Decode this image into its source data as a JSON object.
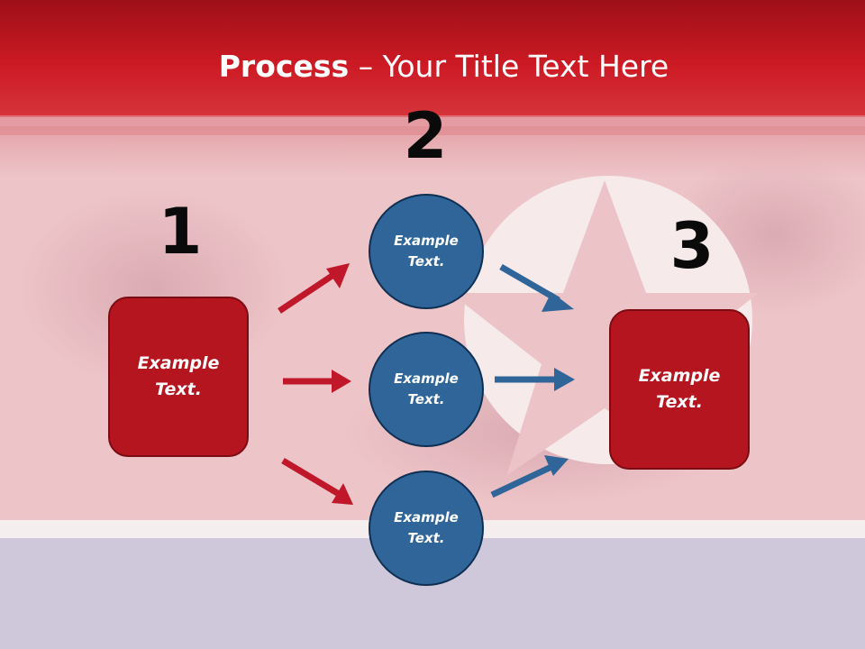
{
  "title": {
    "bold": "Process",
    "rest": " – Your Title Text Here"
  },
  "steps": {
    "one": "1",
    "two": "2",
    "three": "3"
  },
  "left_box": {
    "line1": "Example",
    "line2": "Text."
  },
  "circles": [
    {
      "line1": "Example",
      "line2": "Text."
    },
    {
      "line1": "Example",
      "line2": "Text."
    },
    {
      "line1": "Example",
      "line2": "Text."
    }
  ],
  "right_box": {
    "line1": "Example",
    "line2": "Text."
  },
  "colors": {
    "red_box": "#b5151f",
    "blue_circle": "#2f6598",
    "red_arrow": "#c0182a",
    "blue_arrow": "#2f6598",
    "header_red": "#c8131f"
  }
}
